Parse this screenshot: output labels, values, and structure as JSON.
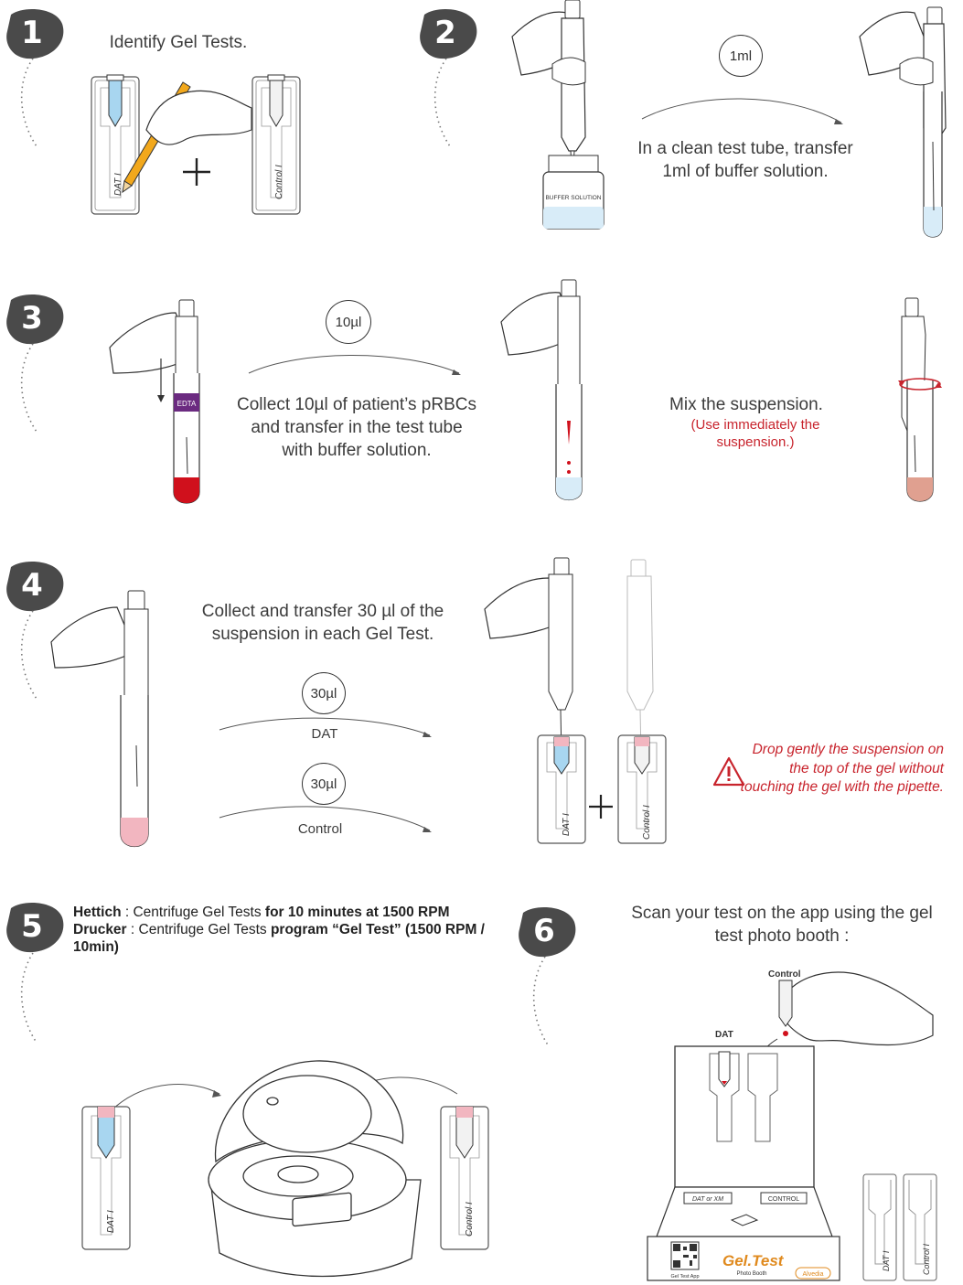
{
  "steps": {
    "s1": {
      "num": "1",
      "text": "Identify Gel Tests."
    },
    "s2": {
      "num": "2",
      "amount": "1ml",
      "text": "In a clean test tube, transfer 1ml of buffer solution.",
      "bottle_label": "BUFFER SOLUTION"
    },
    "s3": {
      "num": "3",
      "amount": "10µl",
      "tube_label": "EDTA",
      "text": "Collect 10µl of patient’s pRBCs and transfer in the test tube with buffer solution.",
      "mix_text": "Mix the suspension.",
      "mix_note": "(Use immediately the suspension.)"
    },
    "s4": {
      "num": "4",
      "text": "Collect and transfer 30 µl of the suspension in each Gel Test.",
      "amount_dat": "30µl",
      "label_dat": "DAT",
      "amount_control": "30µl",
      "label_control": "Control",
      "warning": "Drop gently the suspension on the top of the gel without touching the gel with the pipette."
    },
    "s5": {
      "num": "5",
      "line1_bold": "Hettich",
      "line1_rest": " : Centrifuge Gel Tests ",
      "line1_bold2": "for 10 minutes at 1500 RPM",
      "line2_bold": "Drucker",
      "line2_rest": " : Centrifuge  Gel Tests  ",
      "line2_bold2": "program “Gel Test” (1500 RPM / 10min)"
    },
    "s6": {
      "num": "6",
      "text": "Scan your test on the app using the gel test photo booth :",
      "label_control": "Control",
      "label_dat": "DAT",
      "slot_dat": "DAT or XM",
      "slot_control": "CONTROL",
      "app_label": "Gel Test App",
      "brand": "Gel.Test",
      "brand_sub": "Photo Booth",
      "maker": "Alvedia"
    }
  },
  "card_labels": {
    "dat": "DAT I",
    "control": "Control I"
  },
  "colors": {
    "badge": "#4a4a4a",
    "accent_red": "#c8242d",
    "gel_blue": "#a8d6f0",
    "blood": "#d0101c",
    "suspension": "#f2b6c0",
    "mix": "#e0a090"
  },
  "icons": [
    "hand-pipette-icon",
    "gel-card-icon",
    "pencil-icon",
    "warning-icon",
    "centrifuge-icon",
    "photo-booth-icon",
    "qr-code-icon"
  ]
}
